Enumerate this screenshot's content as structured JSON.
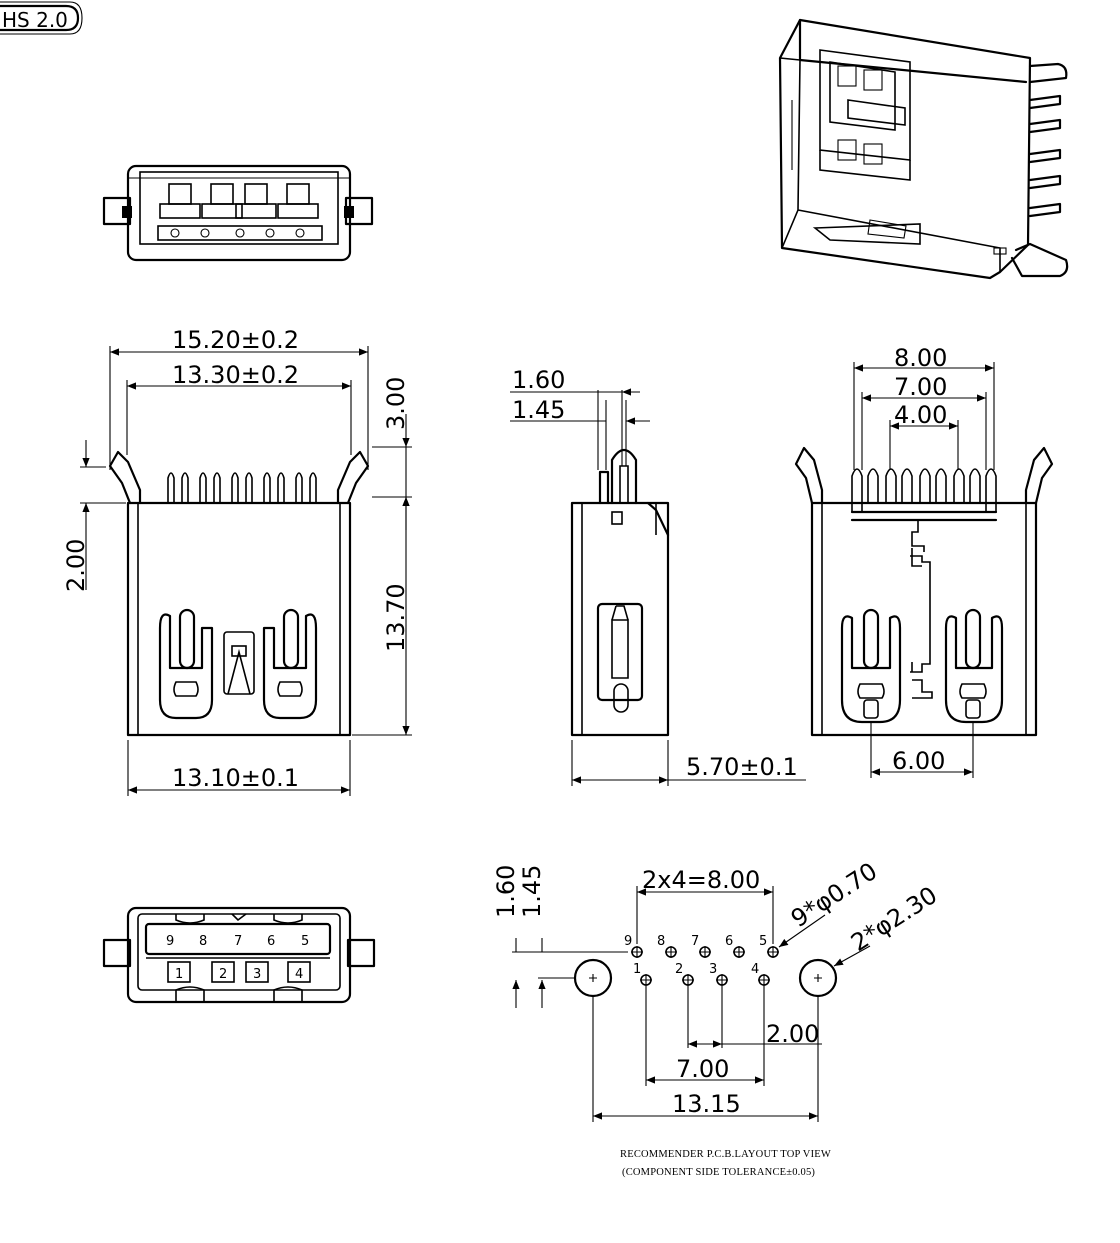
{
  "badge": {
    "text": "HS 2.0"
  },
  "side_view": {
    "dim_overall_width": "15.20±0.2",
    "dim_pin_span": "13.30±0.2",
    "dim_lead_height": "3.00",
    "dim_offset": "2.00",
    "dim_body_height": "13.70",
    "dim_body_width": "13.10±0.1"
  },
  "end_view": {
    "dim_pin_a": "1.60",
    "dim_pin_b": "1.45",
    "dim_depth": "5.70±0.1"
  },
  "back_view": {
    "dim_8": "8.00",
    "dim_7": "7.00",
    "dim_4": "4.00",
    "dim_6": "6.00"
  },
  "front_view": {
    "top_pins": [
      "9",
      "8",
      "7",
      "6",
      "5"
    ],
    "bottom_pins": [
      "1",
      "2",
      "3",
      "4"
    ]
  },
  "pcb": {
    "dim_pitch": "2x4=8.00",
    "dim_small_holes": "9*φ0.70",
    "dim_large_holes": "2*φ2.30",
    "dim_row_a": "1.60",
    "dim_row_b": "1.45",
    "dim_2": "2.00",
    "dim_7": "7.00",
    "dim_1315": "13.15",
    "hole_labels_top": [
      "9",
      "8",
      "7",
      "6",
      "5"
    ],
    "hole_labels_bottom": [
      "1",
      "2",
      "3",
      "4"
    ],
    "note_line1": "RECOMMENDER P.C.B.LAYOUT TOP VIEW",
    "note_line2": "(COMPONENT SIDE TOLERANCE±0.05)"
  }
}
